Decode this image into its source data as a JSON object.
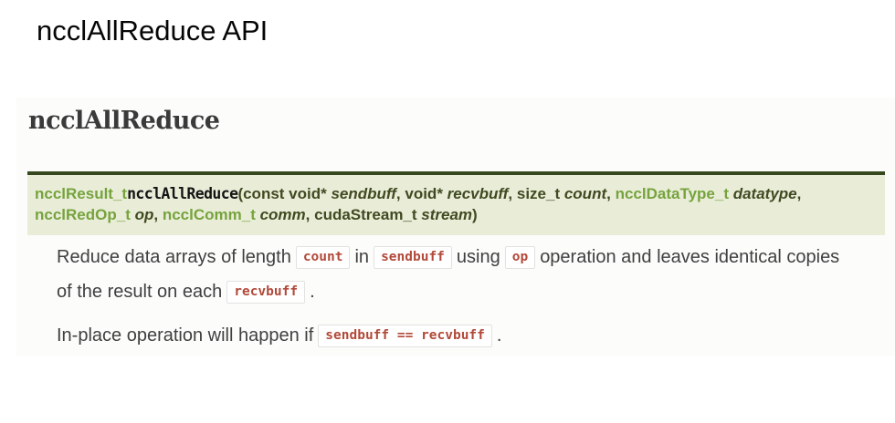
{
  "page": {
    "title": "ncclAllReduce API"
  },
  "doc": {
    "heading": "ncclAllReduce",
    "signature": {
      "tokens": [
        {
          "t": "ncclResult_t",
          "s": "link"
        },
        {
          "t": "ncclAllReduce",
          "s": "name"
        },
        {
          "t": "(const void* ",
          "s": "kw"
        },
        {
          "t": "sendbuff",
          "s": "param"
        },
        {
          "t": ", void* ",
          "s": "kw"
        },
        {
          "t": "recvbuff",
          "s": "param"
        },
        {
          "t": ", size_t ",
          "s": "kw"
        },
        {
          "t": "count",
          "s": "param"
        },
        {
          "t": ", ",
          "s": "kw"
        },
        {
          "t": "ncclDataType_t",
          "s": "link"
        },
        {
          "t": " ",
          "s": "kw"
        },
        {
          "t": "datatype",
          "s": "param"
        },
        {
          "t": ",",
          "s": "kw"
        },
        {
          "br": true
        },
        {
          "t": "ncclRedOp_t",
          "s": "link"
        },
        {
          "t": " ",
          "s": "kw"
        },
        {
          "t": "op",
          "s": "param"
        },
        {
          "t": ", ",
          "s": "kw"
        },
        {
          "t": "ncclComm_t",
          "s": "link"
        },
        {
          "t": " ",
          "s": "kw"
        },
        {
          "t": "comm",
          "s": "param"
        },
        {
          "t": ", cudaStream_t ",
          "s": "kw"
        },
        {
          "t": "stream",
          "s": "param"
        },
        {
          "t": ")",
          "s": "kw"
        }
      ]
    },
    "paragraphs": [
      {
        "tokens": [
          {
            "t": "Reduce data arrays of length",
            "s": "text"
          },
          {
            "t": "count",
            "s": "code"
          },
          {
            "t": "in",
            "s": "text"
          },
          {
            "t": "sendbuff",
            "s": "code"
          },
          {
            "t": "using",
            "s": "text"
          },
          {
            "t": "op",
            "s": "code"
          },
          {
            "t": "operation and leaves identical copies of the result on each",
            "s": "text"
          },
          {
            "t": "recvbuff",
            "s": "code"
          },
          {
            "t": ".",
            "s": "text"
          }
        ]
      },
      {
        "tokens": [
          {
            "t": "In-place operation will happen if",
            "s": "text"
          },
          {
            "t": "sendbuff == recvbuff",
            "s": "code"
          },
          {
            "t": ".",
            "s": "text"
          }
        ]
      }
    ]
  },
  "colors": {
    "type_link_green": "#76a33d",
    "signature_border_green": "#36491e",
    "signature_background": "#e9edd8",
    "signature_keyword": "#404a21",
    "inline_code_red": "#b2493a",
    "heading_gray": "#3a3a3a",
    "body_gray": "#404040"
  }
}
